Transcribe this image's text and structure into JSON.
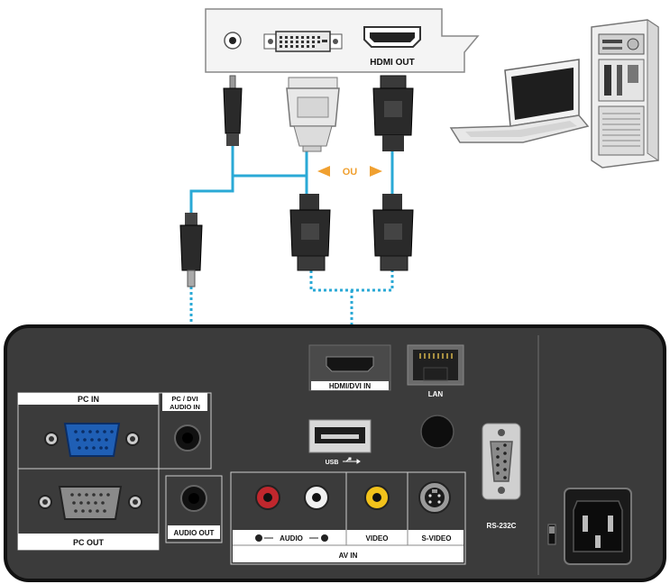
{
  "source_card": {
    "hdmi_out_label": "HDMI OUT"
  },
  "cables": {
    "or_label": "OU"
  },
  "panel": {
    "hdmi_dvi_in_label": "HDMI/DVI IN",
    "lan_label": "LAN",
    "pc_in_label": "PC IN",
    "pc_dvi_audio_in_label_1": "PC / DVI",
    "pc_dvi_audio_in_label_2": "AUDIO IN",
    "usb_label": "USB",
    "rs232c_label": "RS-232C",
    "pc_out_label": "PC OUT",
    "audio_out_label": "AUDIO OUT",
    "audio_label": "AUDIO",
    "video_label": "VIDEO",
    "svideo_label": "S-VIDEO",
    "av_in_label": "AV IN"
  },
  "colors": {
    "cable_blue": "#2aa9d6",
    "panel_dark": "#3b3b3b",
    "vga_blue": "#1f5fb5",
    "rca_red": "#c0272d",
    "rca_yellow": "#f2c21b",
    "or_arrow": "#f0a030"
  }
}
